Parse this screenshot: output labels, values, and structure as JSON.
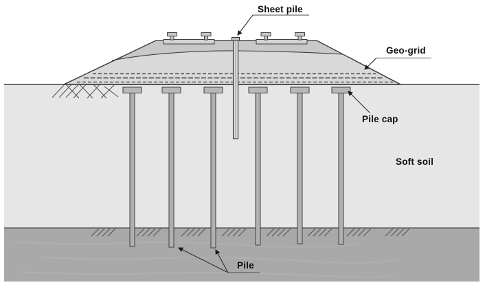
{
  "figure": {
    "labels": {
      "sheet_pile": "Sheet pile",
      "geo_grid": "Geo-grid",
      "pile_cap": "Pile cap",
      "soft_soil": "Soft soil",
      "pile": "Pile"
    },
    "colors": {
      "background": "#ffffff",
      "soft_soil_layer": "#e6e6e6",
      "firm_bottom_layer": "#a9a9a9",
      "embankment_fill": "#d9d9d9",
      "embankment_top_layer": "#c8c8c8",
      "pile_concrete": "#b0b0b0",
      "sleeper": "#d3d3d3",
      "line": "#3f3f3f"
    }
  }
}
